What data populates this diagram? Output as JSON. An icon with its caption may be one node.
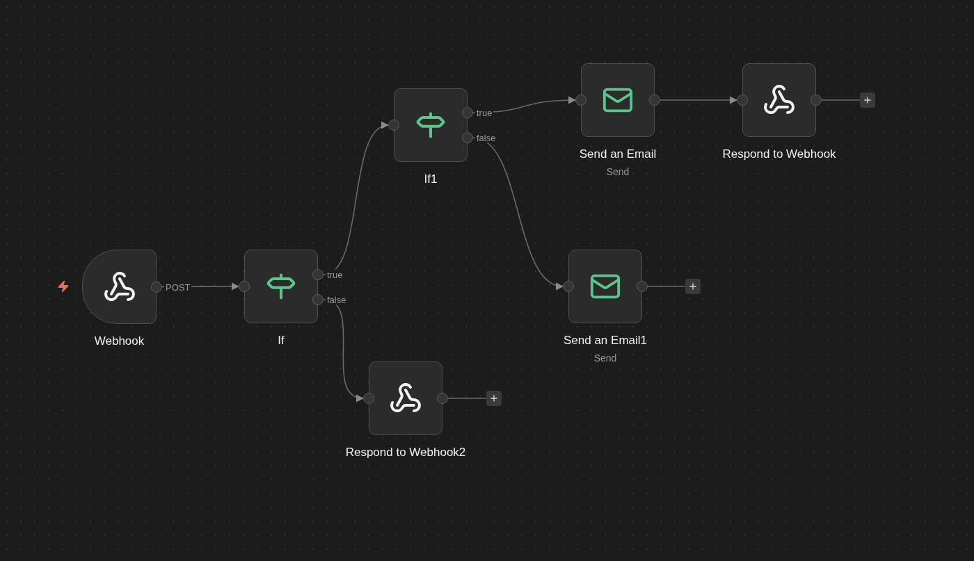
{
  "diagram": {
    "nodes": [
      {
        "text": [
          "Webhook"
        ]
      },
      {
        "text": [
          "If"
        ]
      },
      {
        "text": [
          "If1"
        ]
      },
      {
        "text": [
          "Send an Email",
          "Send"
        ]
      },
      {
        "text": [
          "Respond to Webhook"
        ]
      },
      {
        "text": [
          "Send an Email1",
          "Send"
        ]
      },
      {
        "text": [
          "Respond to Webhook2"
        ]
      },
      {
        "text": [],
        "shape": "box"
      },
      {
        "text": [],
        "shape": "box"
      },
      {
        "text": [],
        "shape": "box"
      }
    ],
    "edges": [
      {
        "from": 0,
        "to": 1,
        "arrow": "to",
        "label": "POST"
      },
      {
        "from": 1,
        "to": 2,
        "arrow": "to",
        "label": "true"
      },
      {
        "from": 1,
        "to": 6,
        "arrow": "to",
        "label": "false"
      },
      {
        "from": 2,
        "to": 3,
        "arrow": "to",
        "label": "true"
      },
      {
        "from": 2,
        "to": 5,
        "arrow": "to",
        "label": "false"
      },
      {
        "from": 3,
        "to": 4,
        "arrow": "to"
      },
      {
        "from": 4,
        "to": 7,
        "arrow": "none"
      },
      {
        "from": 5,
        "to": 8,
        "arrow": "none"
      },
      {
        "from": 6,
        "to": 9,
        "arrow": "none"
      }
    ]
  }
}
